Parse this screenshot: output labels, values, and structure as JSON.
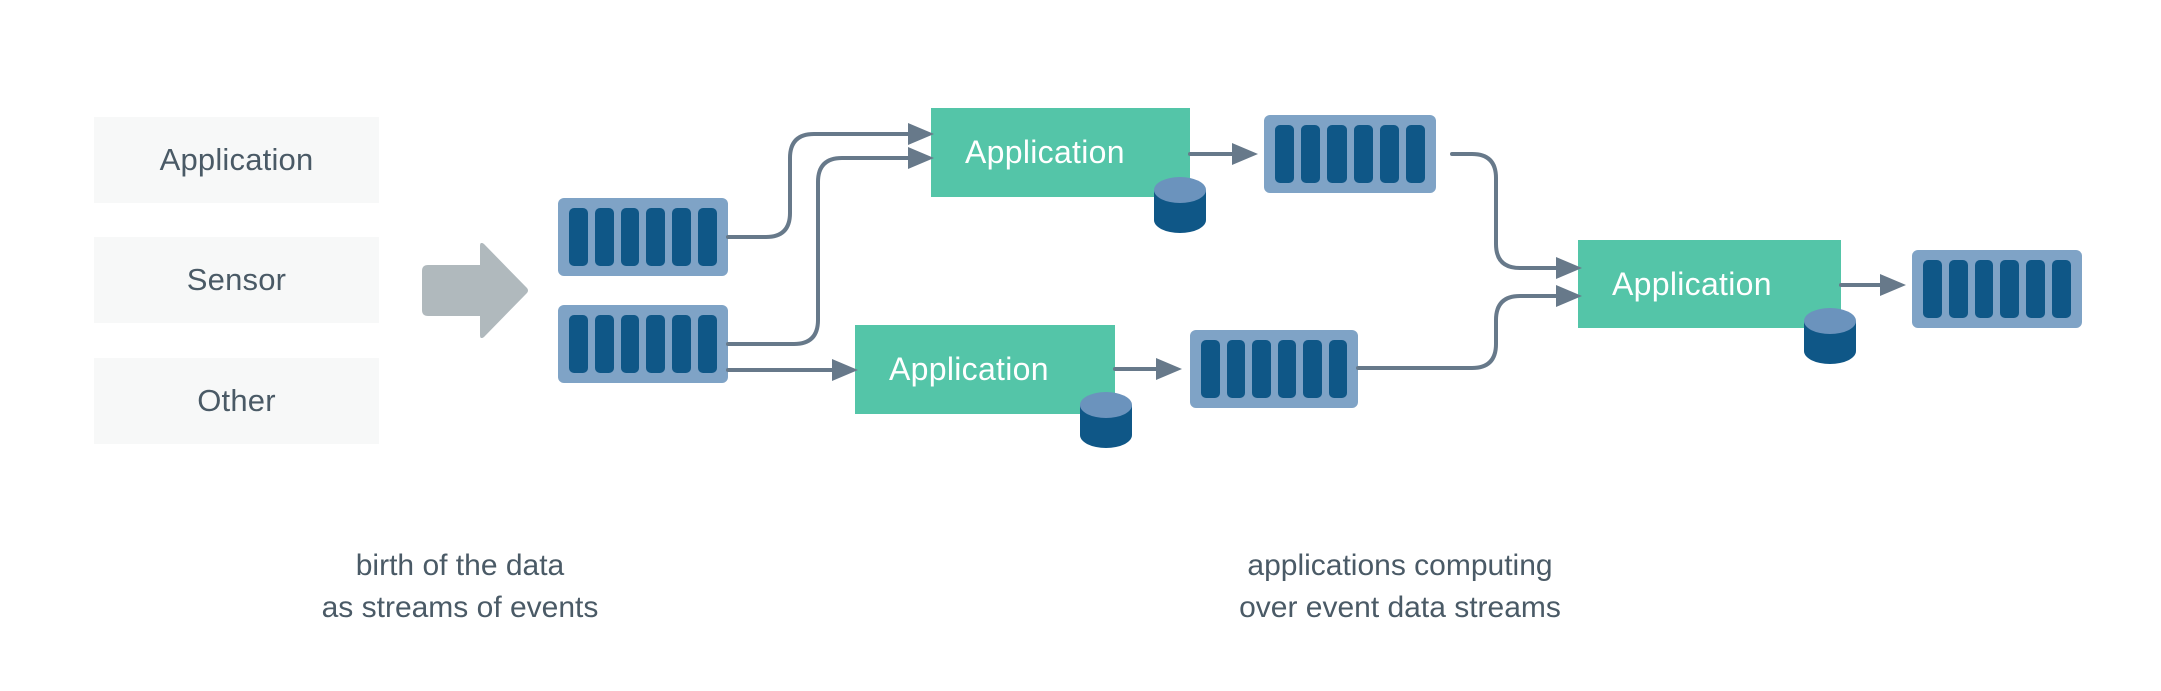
{
  "diagram": {
    "title": "event streaming data flow",
    "background_color": "#ffffff",
    "colors": {
      "source_box_bg": "#f7f8f8",
      "text": "#4a5a66",
      "application_green": "#54c5a8",
      "stream_container_blue": "#7fa3c6",
      "stream_bar_blue": "#0f5787",
      "arrow_grey": "#67798a",
      "big_arrow_grey": "#b0b9bd",
      "db_body": "#0f5787",
      "db_top": "#6b93bd",
      "app_label_color": "#ffffff"
    },
    "sources": [
      {
        "label": "Application"
      },
      {
        "label": "Sensor"
      },
      {
        "label": "Other"
      }
    ],
    "ingest_arrow": {
      "name": "big-grey-arrow",
      "direction": "right"
    },
    "streams": [
      {
        "id": "source-stream-top",
        "bars": 6
      },
      {
        "id": "source-stream-bottom",
        "bars": 6
      },
      {
        "id": "stream-app1-output",
        "bars": 6
      },
      {
        "id": "stream-app2-output",
        "bars": 6
      },
      {
        "id": "stream-final-output",
        "bars": 6
      }
    ],
    "applications": [
      {
        "id": "application-top",
        "label": "Application",
        "has_database": true
      },
      {
        "id": "application-bottom",
        "label": "Application",
        "has_database": true
      },
      {
        "id": "application-right",
        "label": "Application",
        "has_database": true
      }
    ],
    "captions": [
      {
        "id": "caption-left",
        "text": "birth of the data\nas streams of events"
      },
      {
        "id": "caption-right",
        "text": "applications computing\nover event data streams"
      }
    ]
  }
}
